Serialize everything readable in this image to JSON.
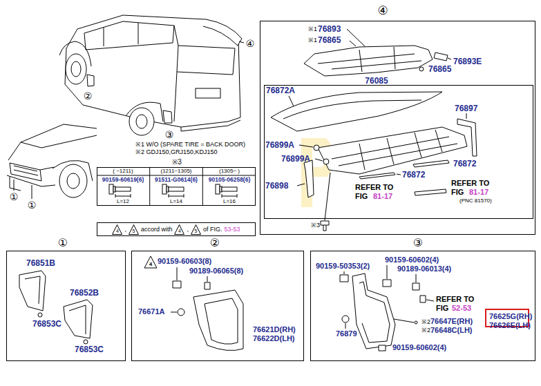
{
  "diagram": {
    "nodes": [
      {
        "text": [
          "※3"
        ]
      },
      {
        "text": [
          "4",
          ",",
          "5",
          "accord with",
          "4",
          ",",
          "5",
          "of FIG.",
          "53-53"
        ]
      },
      {
        "text": [
          "④"
        ]
      },
      {
        "text": [
          "76085"
        ],
        "in": 2
      },
      {
        "text": [
          "①"
        ]
      },
      {
        "text": [
          "②"
        ]
      },
      {
        "text": [
          "③"
        ]
      },
      {
        "text": [
          "76625G(RH) 76626E(LH)"
        ],
        "in": 6
      }
    ],
    "labels": [
      "④",
      "②",
      "③",
      "①",
      "①",
      "※1 W/O (SPARE TIRE = BACK DOOR)",
      "※2 GDJ150,GRJ150,KDJ150",
      "( ~1211)",
      "(1211~1305)",
      "(1305~ )",
      "90159-60619(6)",
      "91511-G0614(6)",
      "90105-06258(6)",
      "L=12",
      "L=14",
      "L=16",
      "※1",
      "76893",
      "※1",
      "76865",
      "76893E",
      "76865",
      "76872A",
      "76897",
      "76899A",
      "76899A",
      "76872",
      "76872",
      "76898",
      "REFER TO",
      "FIG",
      "81-17",
      "REFER TO",
      "FIG",
      "81-17",
      "(PNC 81570)",
      "※3",
      "76851B",
      "76853C",
      "76852B",
      "76853C",
      "4",
      "90159-60603(8)",
      "90189-06065(8)",
      "76671A",
      "76621D(RH)",
      "76622D(LH)",
      "90159-50353(2)",
      "90159-60602(4)",
      "90189-06013(4)",
      "REFER TO",
      "FIG",
      "52-53",
      "※2",
      "76647E(RH)",
      "※2",
      "76648C(LH)",
      "76879",
      "90159-60602(4)"
    ]
  }
}
